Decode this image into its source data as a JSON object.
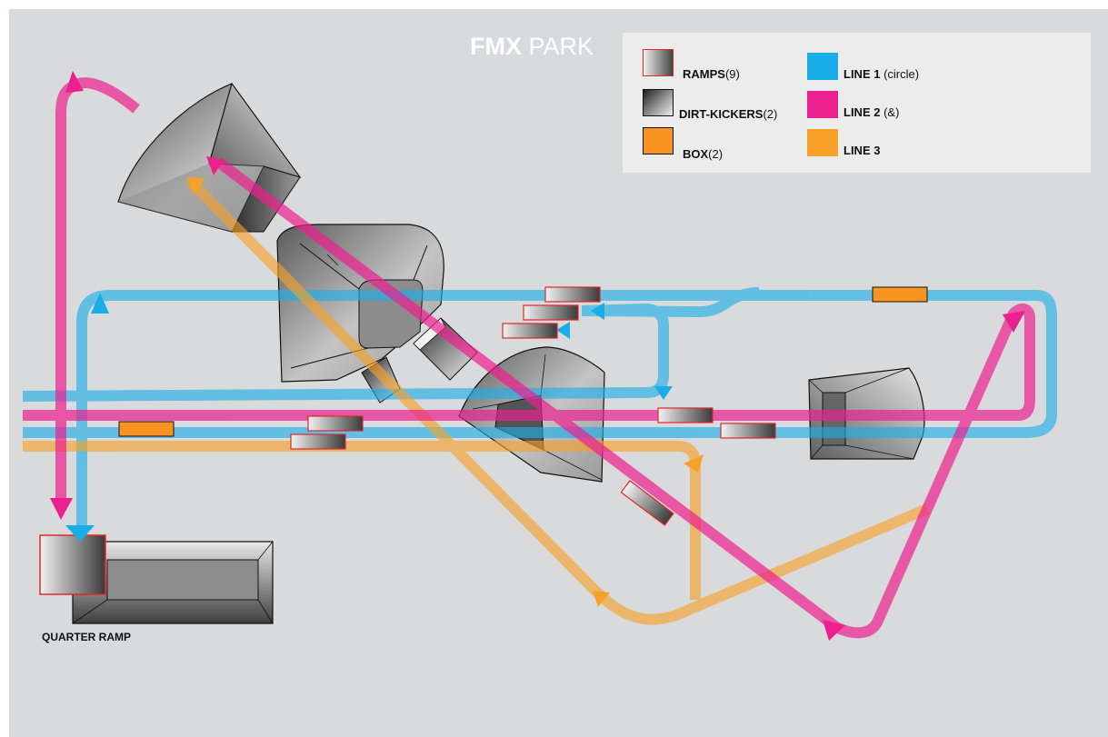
{
  "title": {
    "bold": "FMX",
    "light": " PARK"
  },
  "legend": {
    "ramps": {
      "name": "RAMPS",
      "count": "(9)"
    },
    "dirt_kickers": {
      "name": "DIRT-KICKERS",
      "count": "(2)"
    },
    "box": {
      "name": "BOX",
      "count": "(2)"
    },
    "line1": {
      "name": "LINE 1",
      "note": " (circle)",
      "color": "#1aaee8"
    },
    "line2": {
      "name": "LINE 2",
      "note": " (&)",
      "color": "#ec1f8e"
    },
    "line3": {
      "name": "LINE 3",
      "note": "",
      "color": "#f7a128"
    }
  },
  "labels": {
    "quarter_ramp": "QUARTER RAMP"
  },
  "colors": {
    "background": "#d9dadb",
    "legend_bg": "#ececec",
    "box": "#f7931e",
    "ramp_outline": "#e2262a"
  }
}
